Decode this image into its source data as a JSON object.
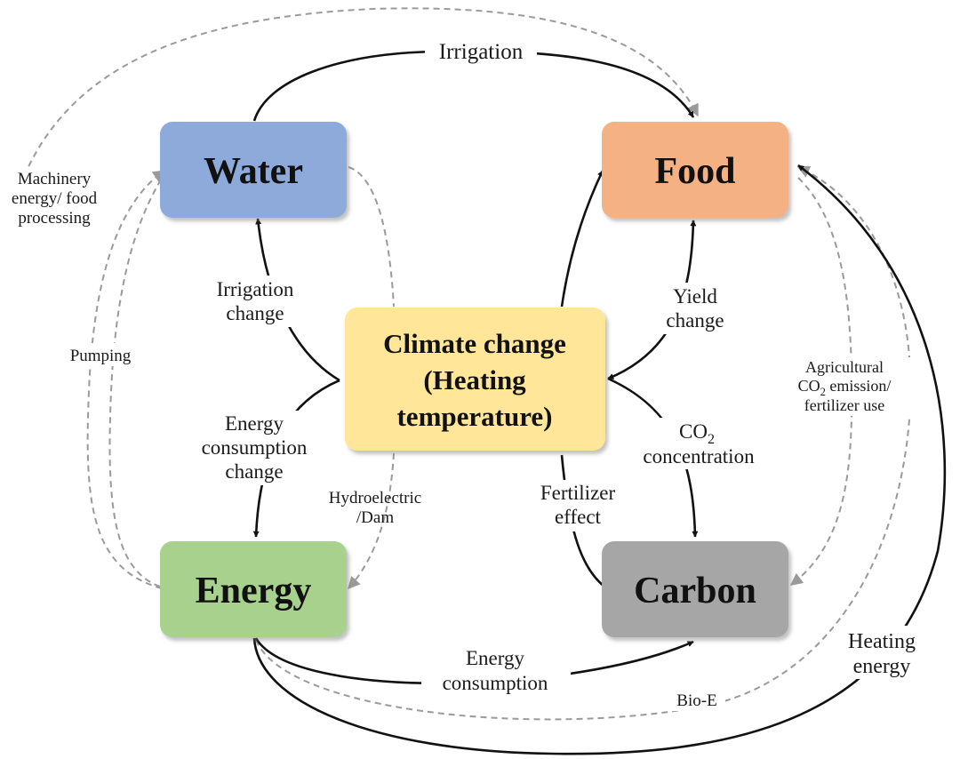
{
  "nodes": {
    "water": {
      "label": "Water",
      "color": "#8eaadb"
    },
    "food": {
      "label": "Food",
      "color": "#f4b183"
    },
    "climate": {
      "line1": "Climate change",
      "line2": "(Heating",
      "line3": "temperature)",
      "color": "#ffe699"
    },
    "energy": {
      "label": "Energy",
      "color": "#a9d18e"
    },
    "carbon": {
      "label": "Carbon",
      "color": "#a6a6a6"
    }
  },
  "edges": {
    "irrigation": "Irrigation",
    "machinery": [
      "Machinery",
      "energy/ food",
      "processing"
    ],
    "pumping": "Pumping",
    "irrigation_change": [
      "Irrigation",
      "change"
    ],
    "energy_consumption_change": [
      "Energy",
      "consumption",
      "change"
    ],
    "hydroelectric": [
      "Hydroelectric",
      "/Dam"
    ],
    "yield_change": [
      "Yield",
      "change"
    ],
    "co2_concentration": {
      "pre": "CO",
      "sub": "2",
      "line2": "concentration"
    },
    "fertilizer_effect": [
      "Fertilizer",
      "effect"
    ],
    "agricultural": {
      "line1": "Agricultural",
      "line2_pre": "CO",
      "line2_sub": "2",
      "line2_post": " emission/",
      "line3": "fertilizer use"
    },
    "energy_consumption": [
      "Energy",
      "consumption"
    ],
    "bio_e": "Bio-E",
    "heating_energy": [
      "Heating",
      "energy"
    ]
  },
  "colors": {
    "solid_arrow": "#111111",
    "dashed_arrow": "#9a9a9a"
  }
}
